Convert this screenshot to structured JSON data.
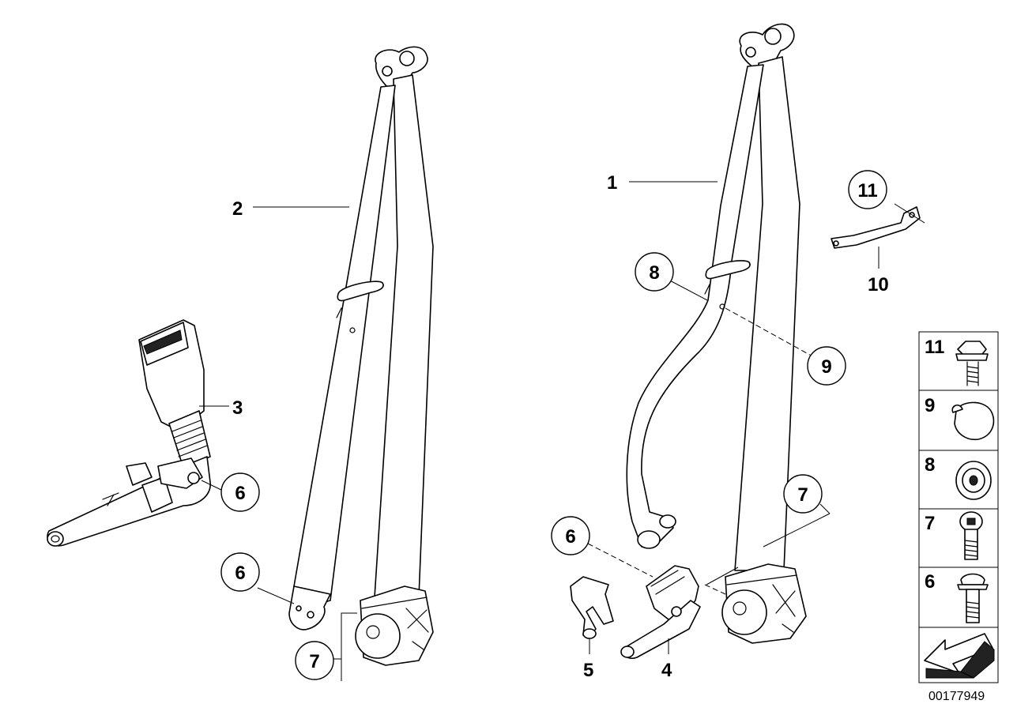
{
  "labels": {
    "l1": "1",
    "l2": "2",
    "l3": "3",
    "l4": "4",
    "l5": "5",
    "l6a": "6",
    "l6b": "6",
    "l6c": "6",
    "l7a": "7",
    "l7b": "7",
    "l8": "8",
    "l9": "9",
    "l10": "10",
    "l11": "11"
  },
  "legend": {
    "items": [
      "11",
      "9",
      "8",
      "7",
      "6"
    ]
  },
  "document_number": "00177949"
}
